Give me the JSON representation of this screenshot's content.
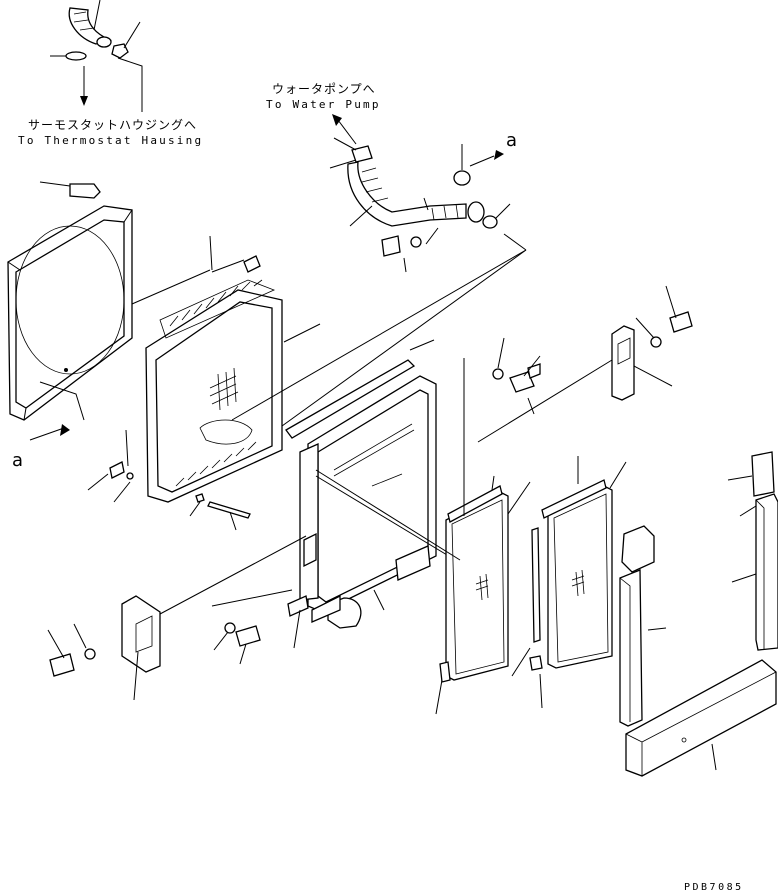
{
  "labels": {
    "thermostat_jp": "サーモスタットハウジングへ",
    "thermostat_en": "To Thermostat Hausing",
    "pump_jp": "ウォータポンプへ",
    "pump_en": "To Water Pump",
    "mark_a_right": "a",
    "mark_a_left": "a",
    "drawing_code": "PDB7085"
  }
}
